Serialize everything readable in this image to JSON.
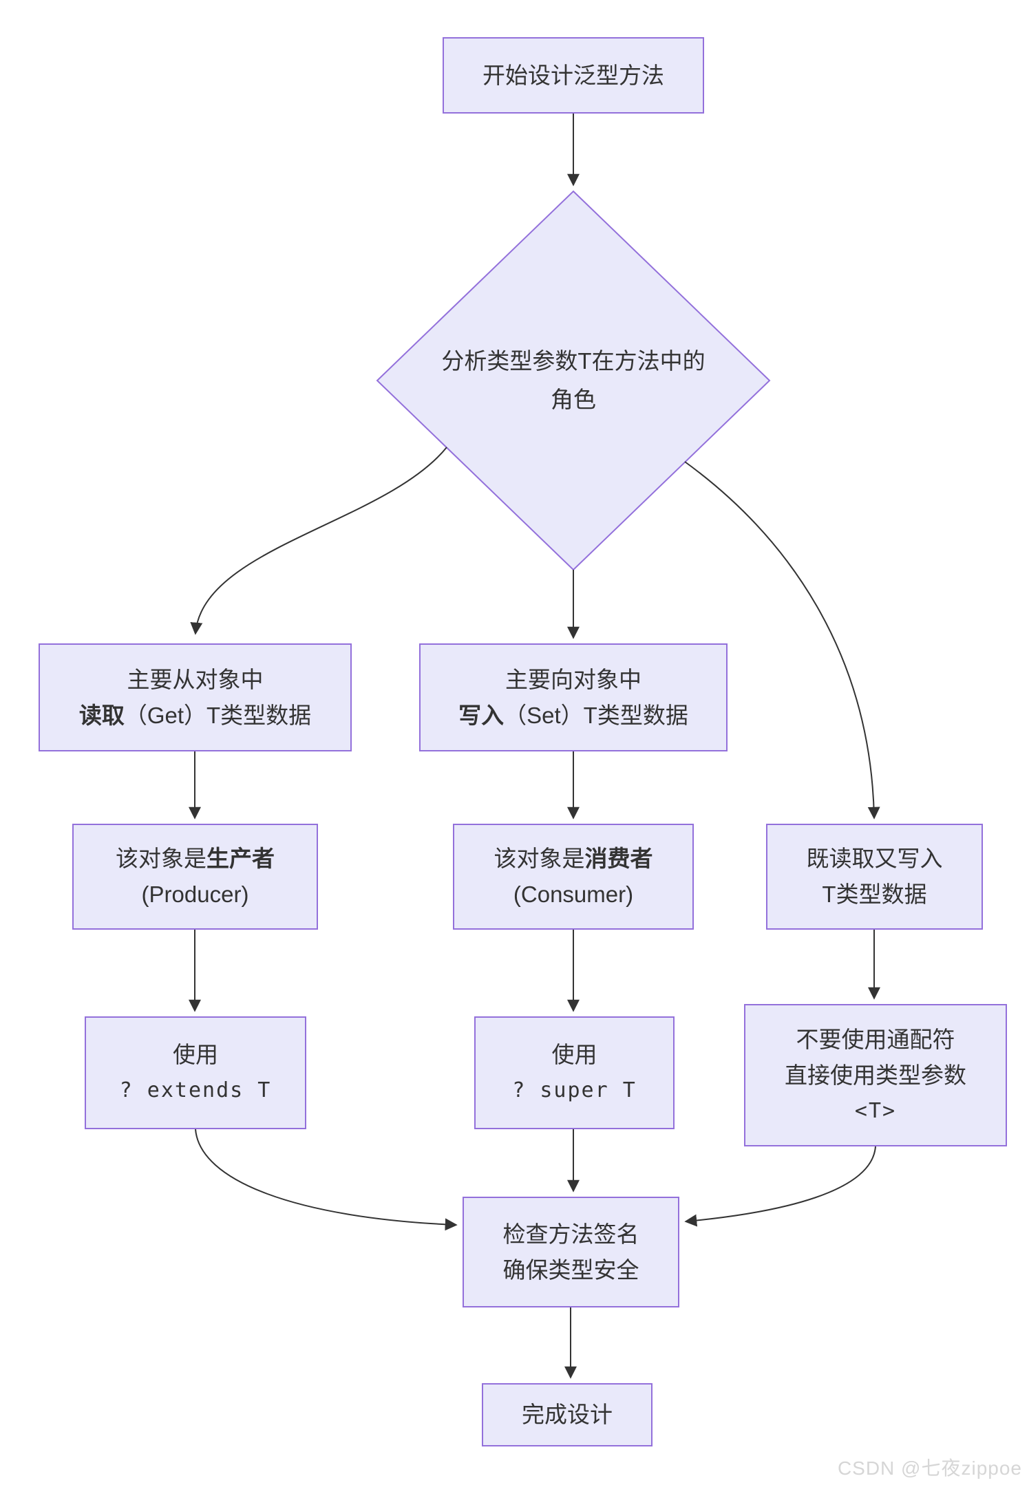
{
  "diagram": {
    "colors": {
      "node_fill": "#E9E9FA",
      "node_border": "#9370DB",
      "edge": "#333333",
      "text": "#333333"
    },
    "nodes": {
      "start": {
        "label": "开始设计泛型方法"
      },
      "decision": {
        "line1": "分析类型参数T在方法中的",
        "line2": "角色"
      },
      "get": {
        "line1": "主要从对象中",
        "line2_bold": "读取",
        "line2_rest": "（Get）T类型数据"
      },
      "set": {
        "line1": "主要向对象中",
        "line2_bold": "写入",
        "line2_rest": "（Set）T类型数据"
      },
      "producer": {
        "line1_pre": "该对象是",
        "line1_bold": "生产者",
        "line2": "(Producer)"
      },
      "consumer": {
        "line1_pre": "该对象是",
        "line1_bold": "消费者",
        "line2": "(Consumer)"
      },
      "readwrite": {
        "line1": "既读取又写入",
        "line2": "T类型数据"
      },
      "use_extends": {
        "line1": "使用",
        "code": "? extends T"
      },
      "use_super": {
        "line1": "使用",
        "code": "? super T"
      },
      "nowildcard": {
        "line1": "不要使用通配符",
        "line2": "直接使用类型参数",
        "code": "<T>"
      },
      "check": {
        "line1": "检查方法签名",
        "line2": "确保类型安全"
      },
      "done": {
        "label": "完成设计"
      }
    },
    "watermark": "CSDN @七夜zippoe"
  }
}
